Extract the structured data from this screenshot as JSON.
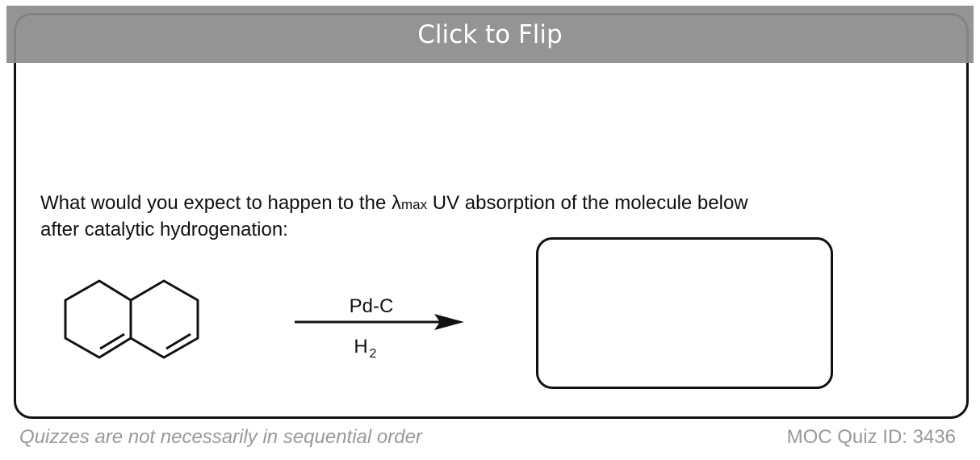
{
  "flip_label": "Click to Flip",
  "question": {
    "part1": "What would you expect to happen to the ",
    "lambda": "λ",
    "max": "max",
    "part2": " UV absorption of the molecule below",
    "line2": "after catalytic hydrogenation:"
  },
  "reaction": {
    "reagent_top": "Pd-C",
    "reagent_bottom_H": "H",
    "reagent_bottom_sub": "2"
  },
  "footer": {
    "note": "Quizzes are not necessarily in sequential order",
    "quiz_id": "MOC Quiz ID: 3436"
  }
}
